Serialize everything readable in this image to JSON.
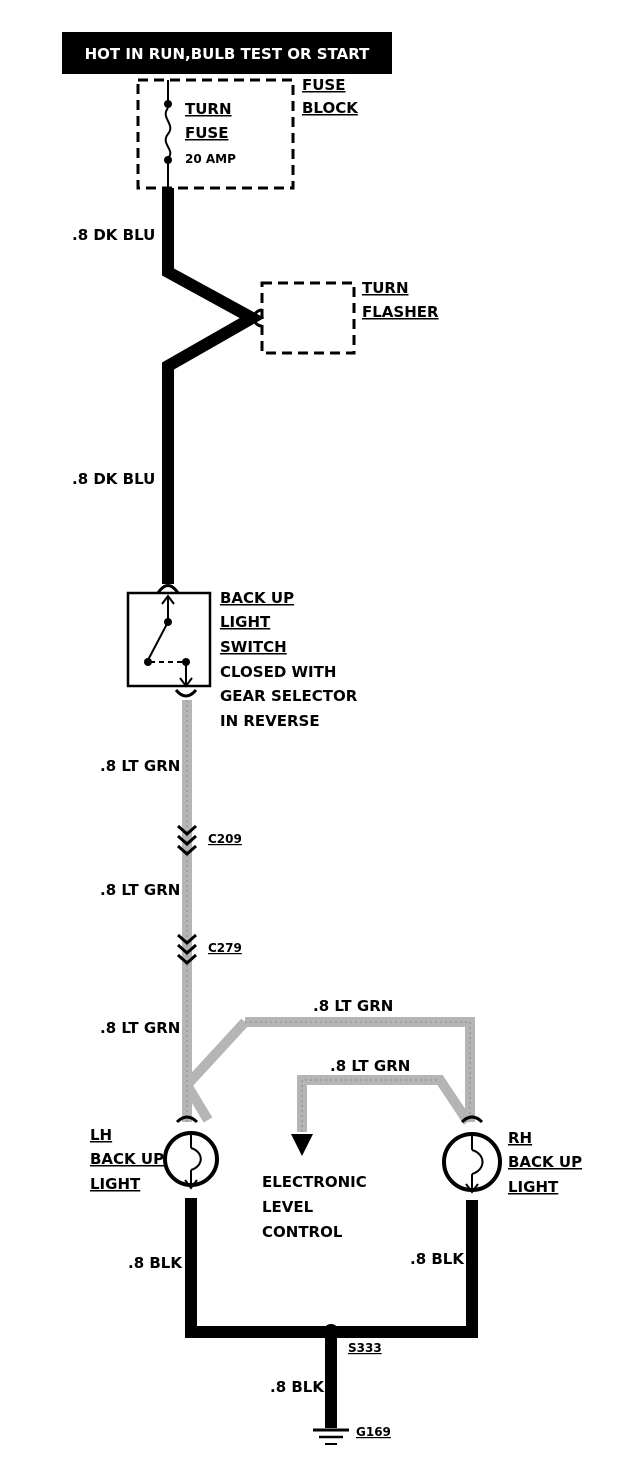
{
  "header": {
    "title": "HOT IN RUN,BULB TEST OR START"
  },
  "fuse_block": {
    "label_line1": "FUSE",
    "label_line2": "BLOCK",
    "fuse_line1": "TURN",
    "fuse_line2": "FUSE",
    "rating": "20 AMP"
  },
  "flasher": {
    "label_line1": "TURN",
    "label_line2": "FLASHER"
  },
  "switch": {
    "line1": "BACK UP",
    "line2": "LIGHT",
    "line3": "SWITCH",
    "line4": "CLOSED WITH",
    "line5": "GEAR SELECTOR",
    "line6": "IN REVERSE"
  },
  "wires": {
    "dk_blu_1": ".8 DK BLU",
    "dk_blu_2": ".8 DK BLU",
    "lt_grn_1": ".8 LT GRN",
    "lt_grn_2": ".8 LT GRN",
    "lt_grn_3": ".8 LT GRN",
    "lt_grn_top": ".8 LT GRN",
    "lt_grn_elc": ".8 LT GRN",
    "blk_lh": ".8 BLK",
    "blk_rh": ".8 BLK",
    "blk_ground": ".8 BLK"
  },
  "connectors": {
    "c1": "C209",
    "c2": "C279"
  },
  "lamps": {
    "lh": {
      "line1": "LH",
      "line2": "BACK UP",
      "line3": "LIGHT"
    },
    "rh": {
      "line1": "RH",
      "line2": "BACK UP",
      "line3": "LIGHT"
    }
  },
  "elc": {
    "line1": "ELECTRONIC",
    "line2": "LEVEL",
    "line3": "CONTROL"
  },
  "splice": "S333",
  "ground": "G169",
  "colors": {
    "ink": "#000000",
    "lt_grn_wire": "#b5b5b5",
    "background": "#ffffff"
  }
}
